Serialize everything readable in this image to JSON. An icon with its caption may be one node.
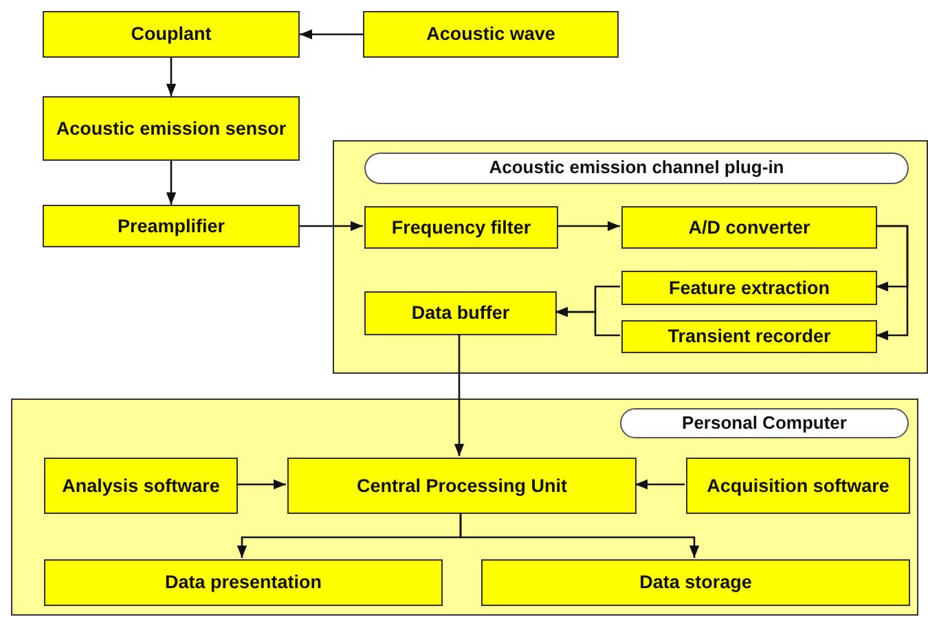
{
  "diagram": {
    "nodes": [
      {
        "text": [
          "Couplant"
        ]
      },
      {
        "text": [
          "Acoustic wave"
        ]
      },
      {
        "text": [
          "Acoustic emission sensor"
        ]
      },
      {
        "text": [
          "Preamplifier"
        ]
      },
      {
        "text": [
          "Acoustic emission channel plug-in"
        ]
      },
      {
        "text": [
          "Frequency filter"
        ],
        "in": 4
      },
      {
        "text": [
          "A/D converter"
        ],
        "in": 4
      },
      {
        "text": [
          "Feature extraction"
        ],
        "in": 4
      },
      {
        "text": [
          "Transient recorder"
        ],
        "in": 4
      },
      {
        "text": [
          "Data buffer"
        ],
        "in": 4
      },
      {
        "text": [
          "Personal Computer"
        ]
      },
      {
        "text": [
          "Analysis software"
        ],
        "in": 10
      },
      {
        "text": [
          "Central Processing Unit"
        ],
        "in": 10
      },
      {
        "text": [
          "Acquisition software"
        ],
        "in": 10
      },
      {
        "text": [
          "Data presentation"
        ],
        "in": 10
      },
      {
        "text": [
          "Data storage"
        ],
        "in": 10
      }
    ],
    "edges": [
      {
        "from": 1,
        "to": 0,
        "arrow": "to"
      },
      {
        "from": 0,
        "to": 2,
        "arrow": "to"
      },
      {
        "from": 2,
        "to": 3,
        "arrow": "to"
      },
      {
        "from": 3,
        "to": 5,
        "arrow": "to"
      },
      {
        "from": 5,
        "to": 6,
        "arrow": "to"
      },
      {
        "from": 6,
        "to": 7,
        "arrow": "to"
      },
      {
        "from": 6,
        "to": 8,
        "arrow": "to"
      },
      {
        "from": 7,
        "to": 9,
        "arrow": "to"
      },
      {
        "from": 8,
        "to": 9,
        "arrow": "to"
      },
      {
        "from": 9,
        "to": 12,
        "arrow": "to"
      },
      {
        "from": 11,
        "to": 12,
        "arrow": "to"
      },
      {
        "from": 13,
        "to": 12,
        "arrow": "to"
      },
      {
        "from": 12,
        "to": 14,
        "arrow": "to"
      },
      {
        "from": 12,
        "to": 15,
        "arrow": "to"
      }
    ]
  }
}
